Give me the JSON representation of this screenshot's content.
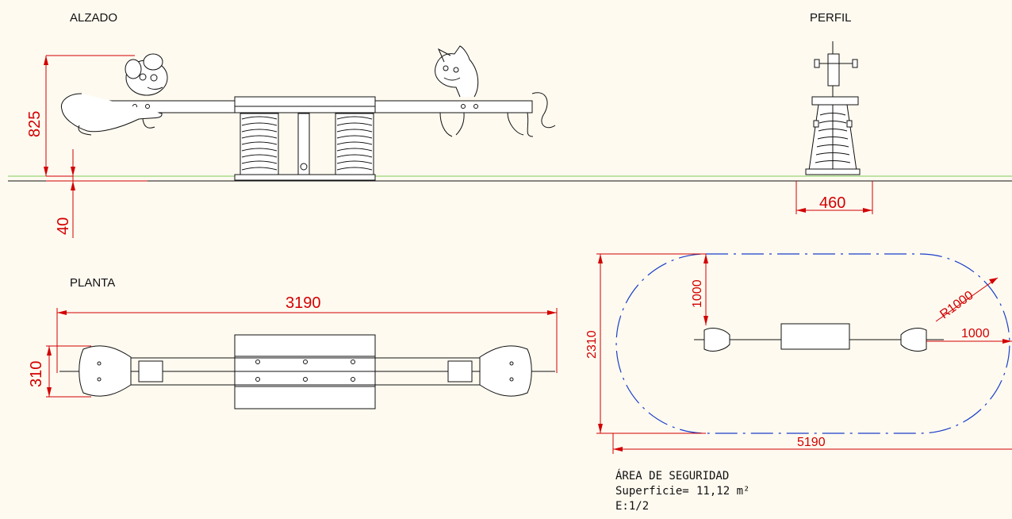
{
  "views": {
    "alzado": "ALZADO",
    "perfil": "PERFIL",
    "planta": "PLANTA"
  },
  "dimensions": {
    "height_825": "825",
    "base_40": "40",
    "width_460": "460",
    "length_3190": "3190",
    "width_310": "310",
    "area_1000_top": "1000",
    "area_2310": "2310",
    "area_radius": "R1000",
    "area_1000_side": "1000",
    "area_5190": "5190"
  },
  "notes": {
    "area_title": "ÁREA DE SEGURIDAD",
    "surface_label": "Superficie=",
    "surface_value": "11,12 m²",
    "scale": "E:1/2"
  },
  "colors": {
    "background": "#fffaf0",
    "dimension": "#d20000",
    "safety_area": "#1a3fc8",
    "ground": "#7ccf5a"
  }
}
